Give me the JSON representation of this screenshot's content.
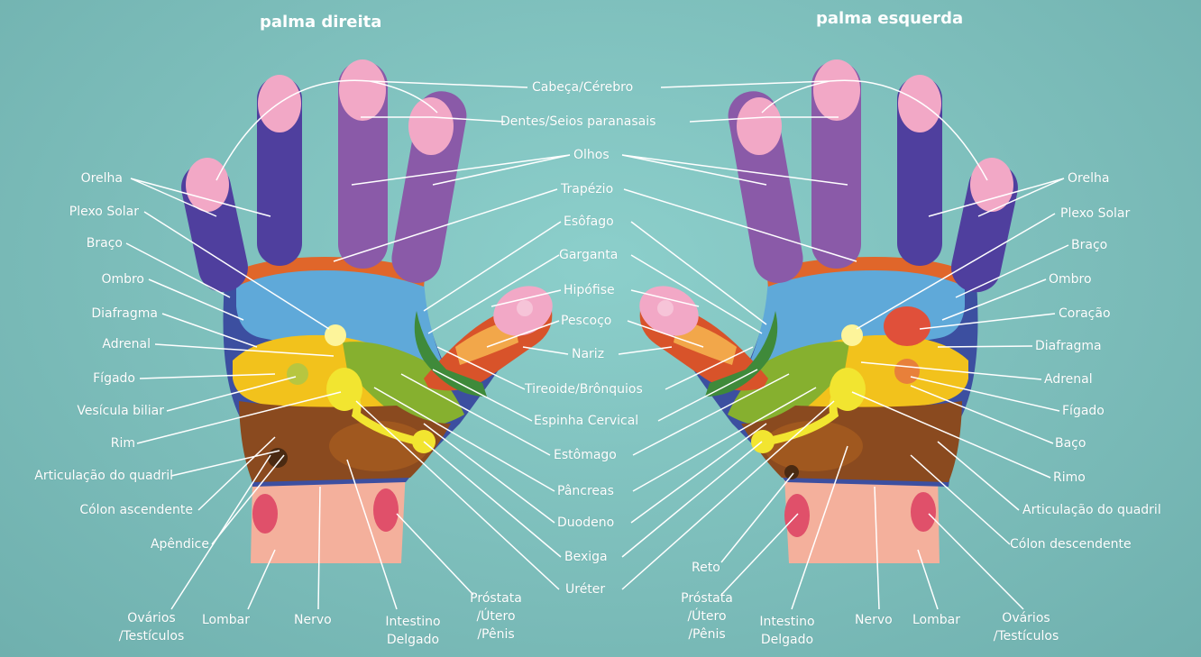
{
  "titles": {
    "right_palm": "palma direita",
    "left_palm": "palma esquerda"
  },
  "labels": {
    "center": [
      "Cabeça/Cérebro",
      "Dentes/Seios paranasais",
      "Olhos",
      "Trapézio",
      "Esôfago",
      "Garganta",
      "Hipófise",
      "Pescoço",
      "Nariz",
      "Tireoide/Brônquios",
      "Espinha Cervical",
      "Estômago",
      "Pâncreas",
      "Duodeno",
      "Bexiga",
      "Uréter"
    ],
    "left_side": [
      "Orelha",
      "Plexo Solar",
      "Braço",
      "Ombro",
      "Diafragma",
      "Adrenal",
      "Fígado",
      "Vesícula biliar",
      "Rim",
      "Articulação do quadril",
      "Cólon ascendente",
      "Apêndice"
    ],
    "right_side": [
      "Orelha",
      "Plexo Solar",
      "Braço",
      "Ombro",
      "Coração",
      "Diafragma",
      "Adrenal",
      "Fígado",
      "Baço",
      "Rimo",
      "Articulação do quadril",
      "Cólon descendente"
    ],
    "bottom_left": [
      "Ovários",
      "/Testículos",
      "Lombar",
      "Nervo",
      "Intestino",
      "Delgado",
      "Próstata",
      "/Útero",
      "/Pênis"
    ],
    "bottom_right": [
      "Reto",
      "Próstata",
      "/Útero",
      "/Pênis",
      "Intestino",
      "Delgado",
      "Nervo",
      "Lombar",
      "Ovários",
      "/Testículos"
    ]
  }
}
